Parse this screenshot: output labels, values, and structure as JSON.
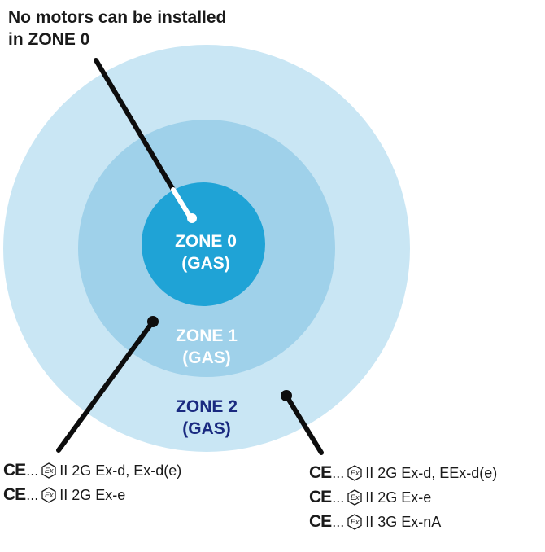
{
  "heading": {
    "line1": "No motors can be installed",
    "line2": "in ZONE 0"
  },
  "zones": [
    {
      "name": "ZONE 0",
      "medium": "(GAS)",
      "fill": "#1fa3d6",
      "text_color": "#ffffff"
    },
    {
      "name": "ZONE 1",
      "medium": "(GAS)",
      "fill": "#9fd1ea",
      "text_color": "#ffffff"
    },
    {
      "name": "ZONE 2",
      "medium": "(GAS)",
      "fill": "#c9e6f4",
      "text_color": "#1a2a80"
    }
  ],
  "certifications": {
    "zone1": {
      "lines": [
        {
          "mark": "CE",
          "dots": "...",
          "ex": "Ex",
          "text": "II 2G Ex-d, Ex-d(e)"
        },
        {
          "mark": "CE",
          "dots": "...",
          "ex": "Ex",
          "text": "II 2G Ex-e"
        }
      ]
    },
    "zone2": {
      "lines": [
        {
          "mark": "CE",
          "dots": "...",
          "ex": "Ex",
          "text": "II 2G Ex-d, EEx-d(e)"
        },
        {
          "mark": "CE",
          "dots": "...",
          "ex": "Ex",
          "text": "II 2G Ex-e"
        },
        {
          "mark": "CE",
          "dots": "...",
          "ex": "Ex",
          "text": "II 3G Ex-nA"
        }
      ]
    }
  },
  "colors": {
    "pointer": "#0d0d0d",
    "text": "#1a1a1a"
  }
}
